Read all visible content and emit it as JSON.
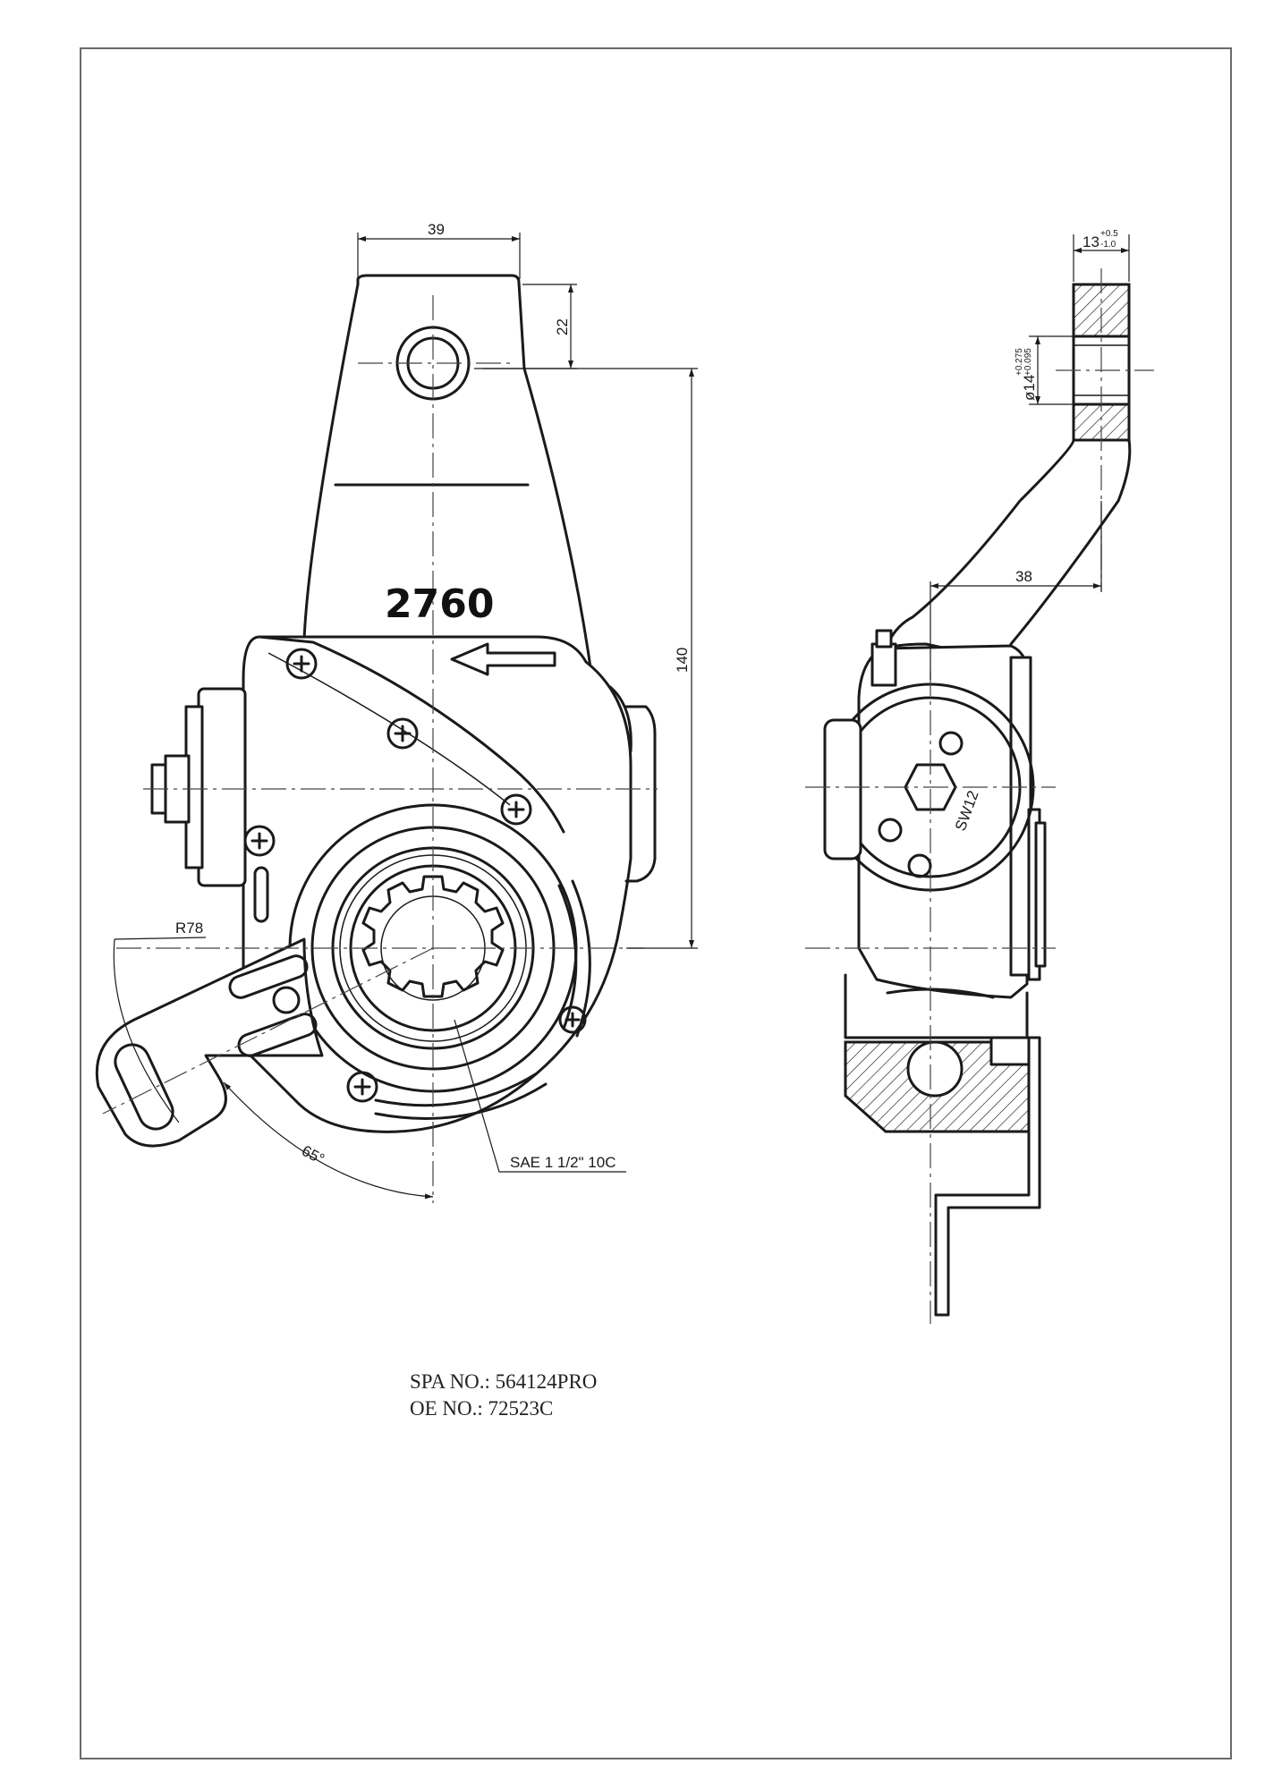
{
  "drawing": {
    "part_marking": "2760",
    "dimensions": {
      "top_width": "39",
      "hole_offset": "22",
      "center_distance": "140",
      "radius": "R78",
      "angle": "65°",
      "spline": "SAE 1 1/2\" 10C",
      "side_thickness": "13",
      "side_thickness_tol_upper": "+0.5",
      "side_thickness_tol_lower": "-1.0",
      "hole_diameter": "ø14",
      "hole_diameter_tol_upper": "+0.275",
      "hole_diameter_tol_lower": "+0.095",
      "offset": "38",
      "wrench_size": "SW12"
    }
  },
  "info": {
    "spa_no": "SPA NO.: 564124PRO",
    "oe_no": "OE NO.: 72523C"
  }
}
